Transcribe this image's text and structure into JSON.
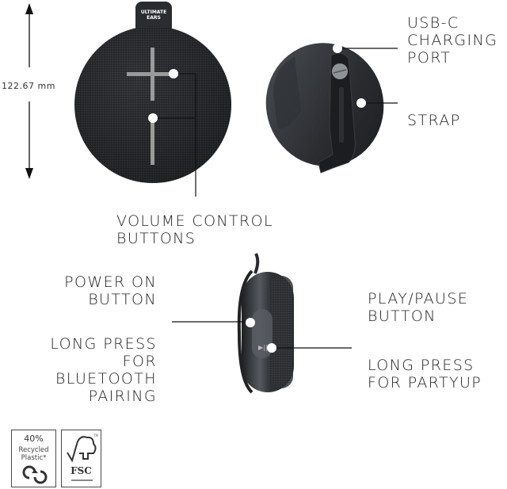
{
  "dimension": {
    "height_label": "122.67 mm"
  },
  "speaker_front": {
    "brand_tag_line1": "ULTIMATE",
    "brand_tag_line2": "EARS"
  },
  "callouts": {
    "volume": {
      "line1": "VOLUME CONTROL",
      "line2": "BUTTONS"
    },
    "usb": {
      "line1": "USB-C",
      "line2": "CHARGING",
      "line3": "PORT"
    },
    "strap": {
      "line1": "STRAP"
    },
    "power": {
      "line1": "POWER ON",
      "line2": "BUTTON"
    },
    "bt_pairing": {
      "line1": "LONG PRESS",
      "line2": "FOR",
      "line3": "BLUETOOTH",
      "line4": "PAIRING"
    },
    "play_pause": {
      "line1": "PLAY/PAUSE",
      "line2": "BUTTON"
    },
    "partyup": {
      "line1": "LONG PRESS",
      "line2": "FOR PARTYUP"
    }
  },
  "badges": {
    "recycled": {
      "percent": "40%",
      "line1": "Recycled",
      "line2": "Plastic*",
      "icon": "recycle-icon"
    },
    "fsc": {
      "name": "FSC",
      "icon": "fsc-tree-icon"
    }
  },
  "colors": {
    "speaker_body": "#2e3033",
    "button_marks": "#9a9a9a",
    "callout_dot": "#ffffff",
    "text": "#1f1f1f"
  }
}
